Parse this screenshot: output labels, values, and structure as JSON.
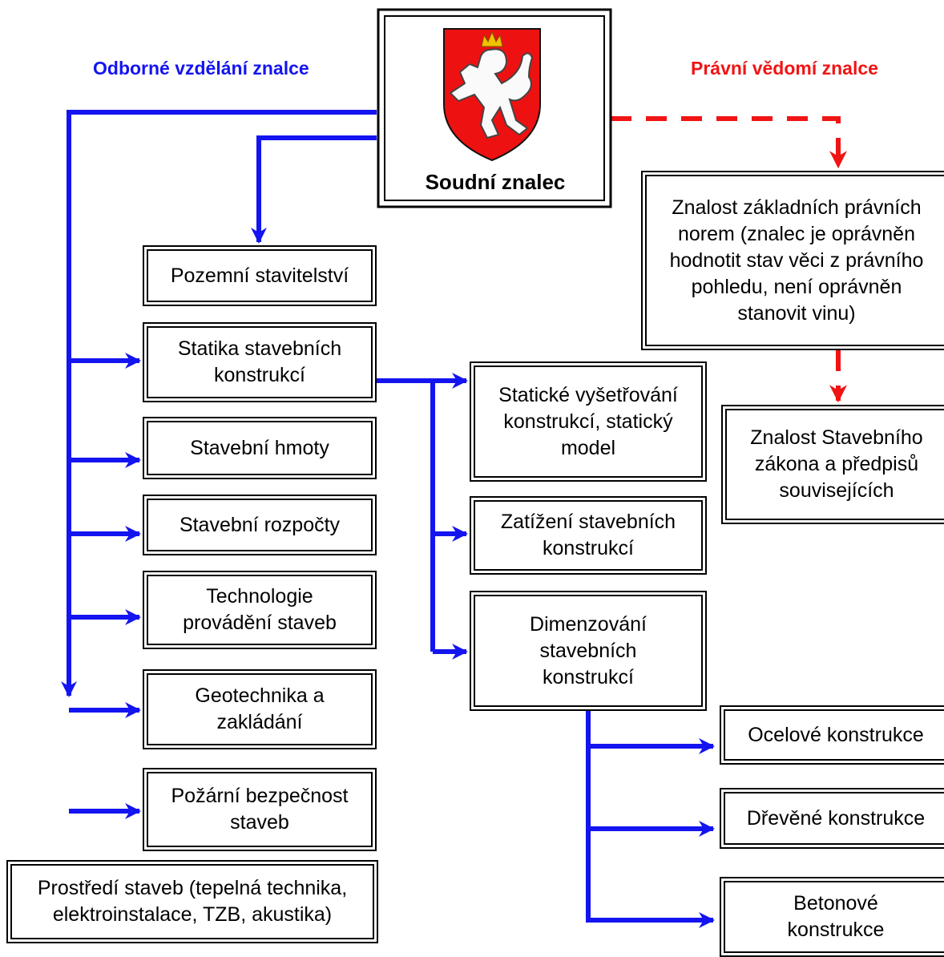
{
  "headings": {
    "left": "Odborné vzdělání znalce",
    "right": "Právní vědomí znalce"
  },
  "colors": {
    "blue": "#1414f0",
    "red": "#f01414"
  },
  "root": {
    "label": "Soudní znalec",
    "emblem": "czech-coat-of-arms"
  },
  "education_nodes": [
    "Pozemní stavitelství",
    "Statika stavebních\nkonstrukcí",
    "Stavební hmoty",
    "Stavební rozpočty",
    "Technologie\nprovádění staveb",
    "Geotechnika a\nzakládání",
    "Požární bezpečnost\nstaveb",
    "Prostředí staveb (tepelná technika,\nelektroinstalace, TZB, akustika)"
  ],
  "statics_nodes": [
    "Statické vyšetřování\nkonstrukcí, statický\nmodel",
    "Zatížení stavebních\nkonstrukcí",
    "Dimenzování\nstavebních\nkonstrukcí"
  ],
  "dimension_nodes": [
    "Ocelové konstrukce",
    "Dřevěné konstrukce",
    "Betonové\nkonstrukce"
  ],
  "legal_nodes": [
    "Znalost základních právních\nnorem (znalec je oprávněn\nhodnotit stav věci z právního\npohledu, není oprávněn\nstanovit vinu)",
    "Znalost Stavebního\nzákona a předpisů\nsouvisejících"
  ]
}
